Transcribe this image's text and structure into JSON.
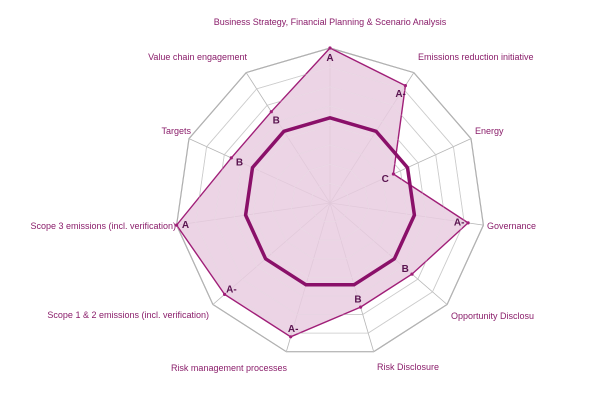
{
  "chart_data": {
    "type": "radar",
    "title": "",
    "axes": [
      "Business Strategy, Financial Planning & Scenario Analysis",
      "Emissions reduction initiative",
      "Energy",
      "Governance",
      "Opportunity Disclosu",
      "Risk Disclosure",
      "Risk management processes",
      "Scope 1 & 2 emissions (incl. verification)",
      "Scope 3 emissions (incl. verification)",
      "Targets",
      "Value chain engagement"
    ],
    "grades": [
      "A",
      "A-",
      "C",
      "A-",
      "B",
      "B",
      "A-",
      "A-",
      "A",
      "B",
      "B"
    ],
    "series": [
      {
        "values": [
          1.0,
          0.9,
          0.45,
          0.9,
          0.7,
          0.7,
          0.9,
          0.9,
          1.0,
          0.7,
          0.7
        ]
      },
      {
        "values": [
          0.55,
          0.55,
          0.55,
          0.55,
          0.55,
          0.55,
          0.55,
          0.55,
          0.55,
          0.55,
          0.55
        ]
      }
    ],
    "range": [
      0,
      1
    ],
    "grid_levels": 8,
    "colors": {
      "grid": "#b5b5b5",
      "outer_ring": "#999999",
      "score_stroke": "#a01f78",
      "score_fill": "#e9cce0",
      "average_stroke": "#8a1069",
      "label": "#8a1d6a",
      "grade": "#5a1450"
    }
  }
}
